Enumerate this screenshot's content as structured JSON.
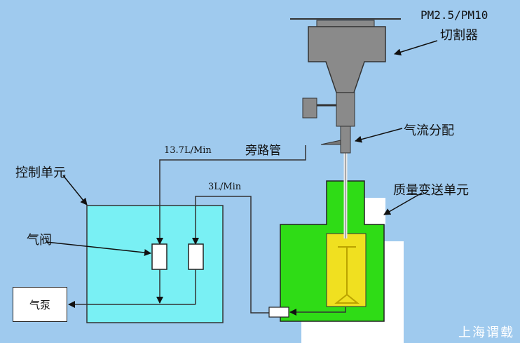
{
  "labels": {
    "cutter_line1": "PM2.5/PM10",
    "cutter_line2": "切割器",
    "flow_splitter": "气流分配",
    "bypass": "旁路管",
    "flow_main": "13.7L/Min",
    "flow_sample": "3L/Min",
    "control_unit": "控制单元",
    "mass_transfer_unit": "质量变送单元",
    "valve": "气阀",
    "pump": "气泵"
  },
  "watermark": "上海谓载",
  "colors": {
    "background": "#9fcaee",
    "control_unit": "#79f0f4",
    "mass_unit": "#2fdc16",
    "cutter": "#8a8a8a",
    "sensor": "#f0e020"
  }
}
